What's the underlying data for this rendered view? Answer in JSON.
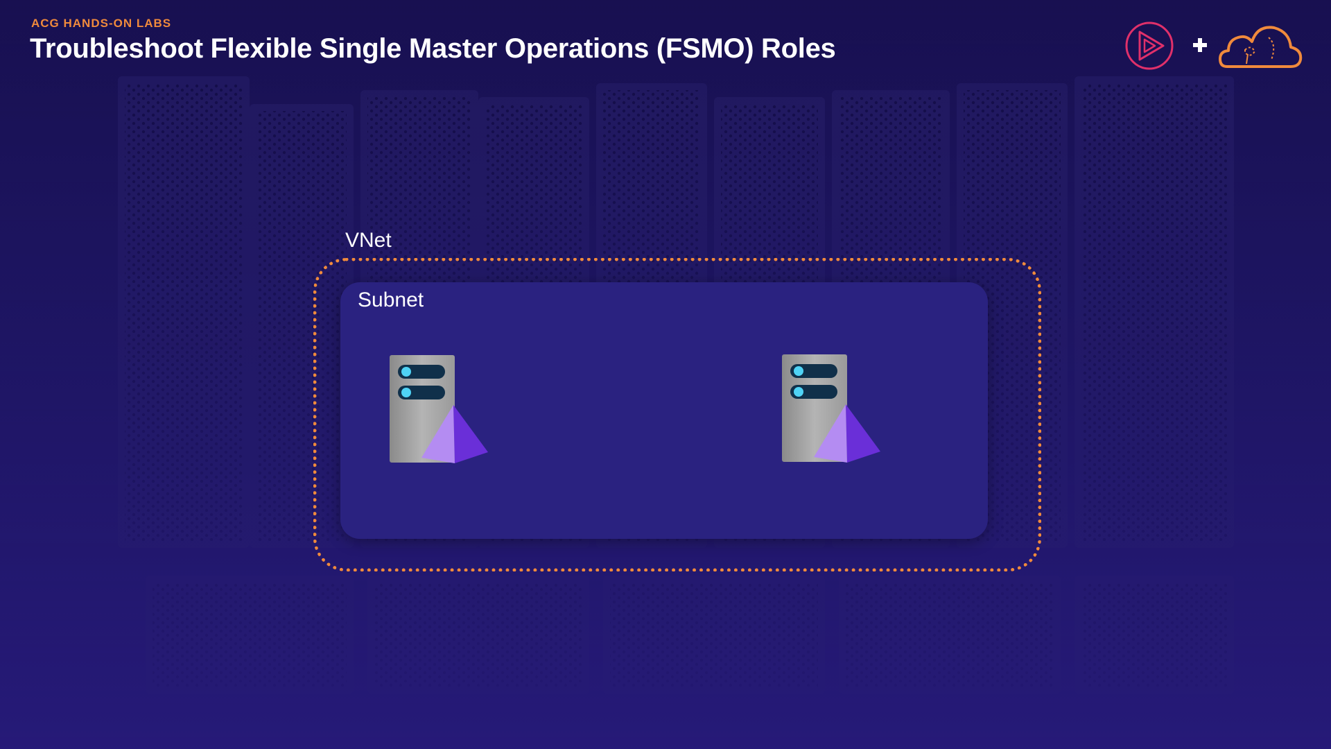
{
  "header": {
    "eyebrow": "ACG HANDS-ON LABS",
    "title": "Troubleshoot Flexible Single Master Operations (FSMO) Roles"
  },
  "logos": {
    "pluralsight_icon": "play-triangle-icon",
    "plus_symbol": "+",
    "acg_icon": "cloud-icon"
  },
  "diagram": {
    "vnet_label": "VNet",
    "subnet_label": "Subnet",
    "servers": [
      {
        "icon": "server-vm-icon"
      },
      {
        "icon": "server-vm-icon"
      }
    ]
  },
  "colors": {
    "accent_orange": "#f08a3c",
    "background": "#1d1560",
    "subnet_fill": "#2a2280",
    "pluralsight_pink": "#e0306a",
    "server_light": "#4fd3f5",
    "pyramid_purple": "#a070f0"
  }
}
